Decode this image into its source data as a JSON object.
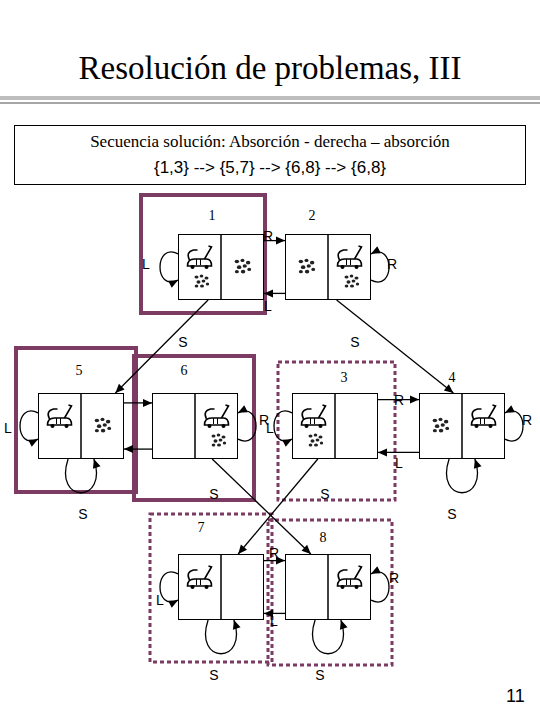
{
  "diagram": {
    "title": "Resolución de problemas, III",
    "nodes": [
      {
        "text": [
          "Secuencia solución: Absorción - derecha – absorción",
          "{1,3} --> {5,7} --> {6,8} --> {6,8}"
        ]
      },
      {
        "text": [
          "1"
        ]
      },
      {
        "text": [
          "2"
        ]
      },
      {
        "text": [
          "5"
        ]
      },
      {
        "text": [
          "6"
        ]
      },
      {
        "text": [
          "3"
        ]
      },
      {
        "text": [
          "4"
        ]
      },
      {
        "text": [
          "7"
        ]
      },
      {
        "text": [
          "8"
        ]
      }
    ],
    "edges": [
      {
        "from": 1,
        "to": 2,
        "arrow": "to",
        "label": "R"
      },
      {
        "from": 2,
        "to": 1,
        "arrow": "to",
        "label": "L"
      },
      {
        "from": 1,
        "to": 1,
        "arrow": "to",
        "label": "L"
      },
      {
        "from": 2,
        "to": 2,
        "arrow": "to",
        "label": "R"
      },
      {
        "from": 1,
        "to": 3,
        "arrow": "to",
        "label": "S"
      },
      {
        "from": 2,
        "to": 6,
        "arrow": "to",
        "label": "S"
      },
      {
        "from": 3,
        "to": 3,
        "arrow": "to",
        "label": "L"
      },
      {
        "from": 3,
        "to": 3,
        "arrow": "to",
        "label": "S"
      },
      {
        "from": 3,
        "to": 4,
        "arrow": "to"
      },
      {
        "from": 4,
        "to": 3,
        "arrow": "to"
      },
      {
        "from": 4,
        "to": 4,
        "arrow": "to",
        "label": "R"
      },
      {
        "from": 4,
        "to": 8,
        "arrow": "to",
        "label": "S"
      },
      {
        "from": 5,
        "to": 5,
        "arrow": "to",
        "label": "L"
      },
      {
        "from": 5,
        "to": 6,
        "arrow": "to",
        "label": "R"
      },
      {
        "from": 6,
        "to": 5,
        "arrow": "to",
        "label": "L"
      },
      {
        "from": 6,
        "to": 6,
        "arrow": "to",
        "label": "R"
      },
      {
        "from": 6,
        "to": 6,
        "arrow": "to",
        "label": "S"
      },
      {
        "from": 5,
        "to": 7,
        "arrow": "to",
        "label": "S"
      },
      {
        "from": 7,
        "to": 7,
        "arrow": "to",
        "label": "L"
      },
      {
        "from": 7,
        "to": 7,
        "arrow": "to",
        "label": "S"
      },
      {
        "from": 7,
        "to": 8,
        "arrow": "to",
        "label": "R"
      },
      {
        "from": 8,
        "to": 7,
        "arrow": "to",
        "label": "L"
      },
      {
        "from": 8,
        "to": 8,
        "arrow": "to",
        "label": "R"
      },
      {
        "from": 8,
        "to": 8,
        "arrow": "to",
        "label": "S"
      }
    ],
    "labels": [
      "11"
    ]
  }
}
